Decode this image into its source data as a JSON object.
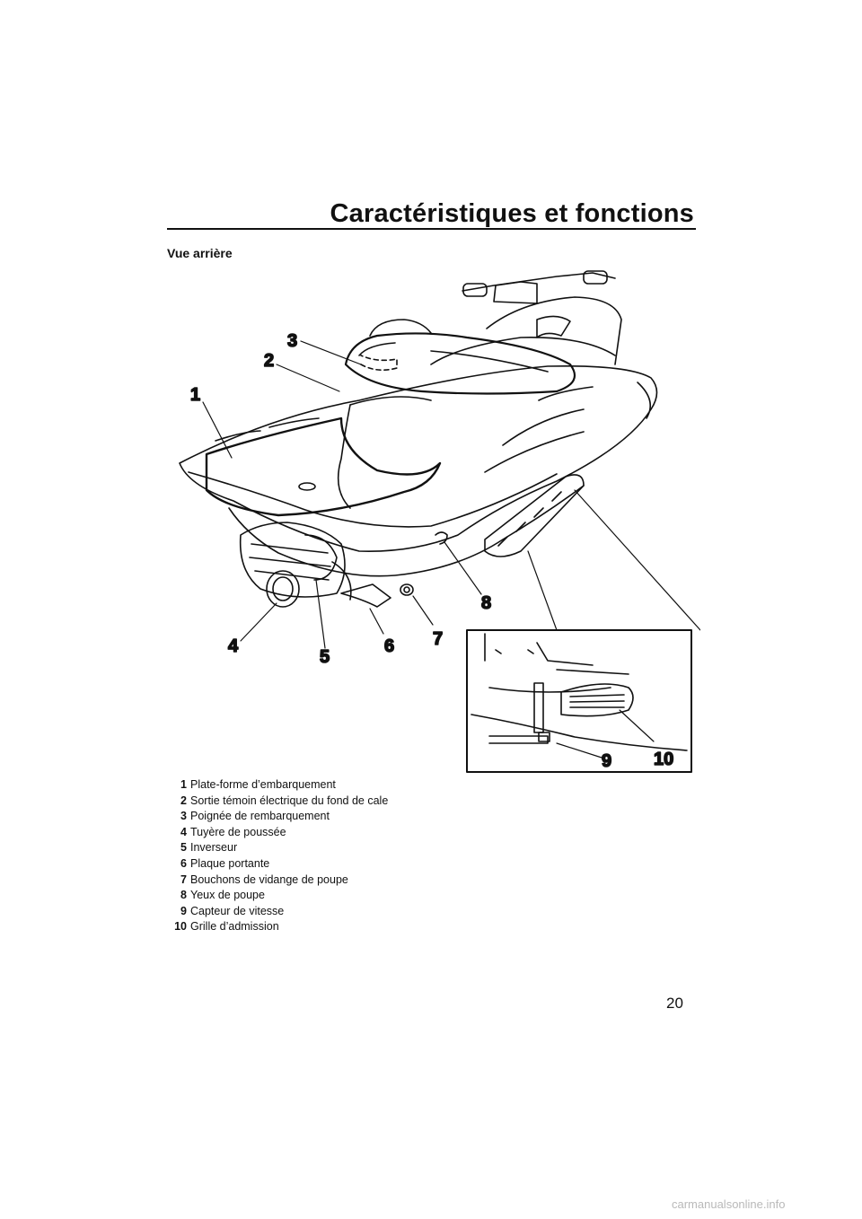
{
  "header": {
    "title": "Caractéristiques et fonctions"
  },
  "section": {
    "title": "Vue arrière"
  },
  "figure": {
    "callouts": [
      "1",
      "2",
      "3",
      "4",
      "5",
      "6",
      "7",
      "8",
      "9",
      "10"
    ]
  },
  "legend": [
    {
      "num": "1",
      "text": "Plate-forme d’embarquement"
    },
    {
      "num": "2",
      "text": "Sortie témoin électrique du fond de cale"
    },
    {
      "num": "3",
      "text": "Poignée de rembarquement"
    },
    {
      "num": "4",
      "text": "Tuyère de poussée"
    },
    {
      "num": "5",
      "text": "Inverseur"
    },
    {
      "num": "6",
      "text": "Plaque portante"
    },
    {
      "num": "7",
      "text": "Bouchons de vidange de poupe"
    },
    {
      "num": "8",
      "text": "Yeux de poupe"
    },
    {
      "num": "9",
      "text": "Capteur de vitesse"
    },
    {
      "num": "10",
      "text": "Grille d’admission"
    }
  ],
  "footer": {
    "page_number": "20",
    "watermark": "carmanualsonline.info"
  }
}
